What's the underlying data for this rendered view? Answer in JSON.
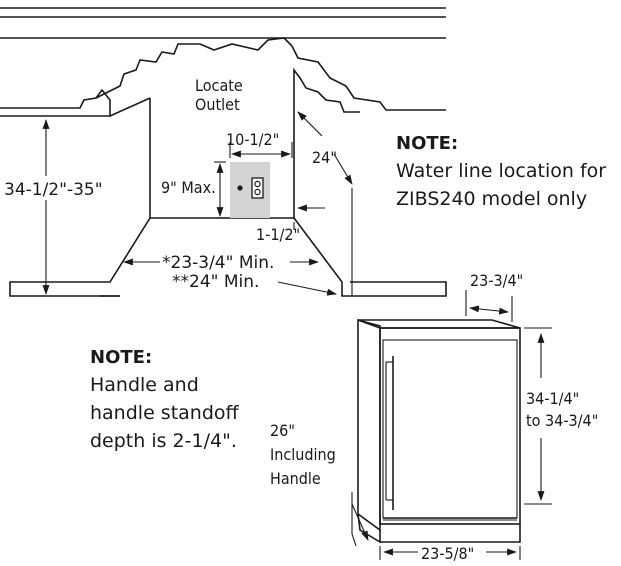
{
  "labels": {
    "locate_outlet_1": "Locate",
    "locate_outlet_2": "Outlet",
    "dim_10_1_2": "10-1/2\"",
    "dim_24": "24\"",
    "dim_34_1_2_35": "34-1/2\"-35\"",
    "dim_9_max": "9\" Max.",
    "dim_1_1_2": "1-1/2\"",
    "dim_23_3_4_min": "*23-3/4\" Min.",
    "dim_24_min": "**24\" Min.",
    "dim_23_3_4": "23-3/4\"",
    "dim_34_1_4_a": "34-1/4\"",
    "dim_34_1_4_b": "to 34-3/4\"",
    "dim_26_a": "26\"",
    "dim_26_b": "Including",
    "dim_26_c": "Handle",
    "dim_23_5_8": "23-5/8\""
  },
  "note1": {
    "title": "NOTE:",
    "line1": "Water line location for",
    "line2": "ZIBS240 model only"
  },
  "note2": {
    "title": "NOTE:",
    "line1": "Handle and",
    "line2": "handle standoff",
    "line3": "depth is 2-1/4\"."
  },
  "colors": {
    "line": "#1a1a1a",
    "outlet_box": "#d4d4d4"
  }
}
